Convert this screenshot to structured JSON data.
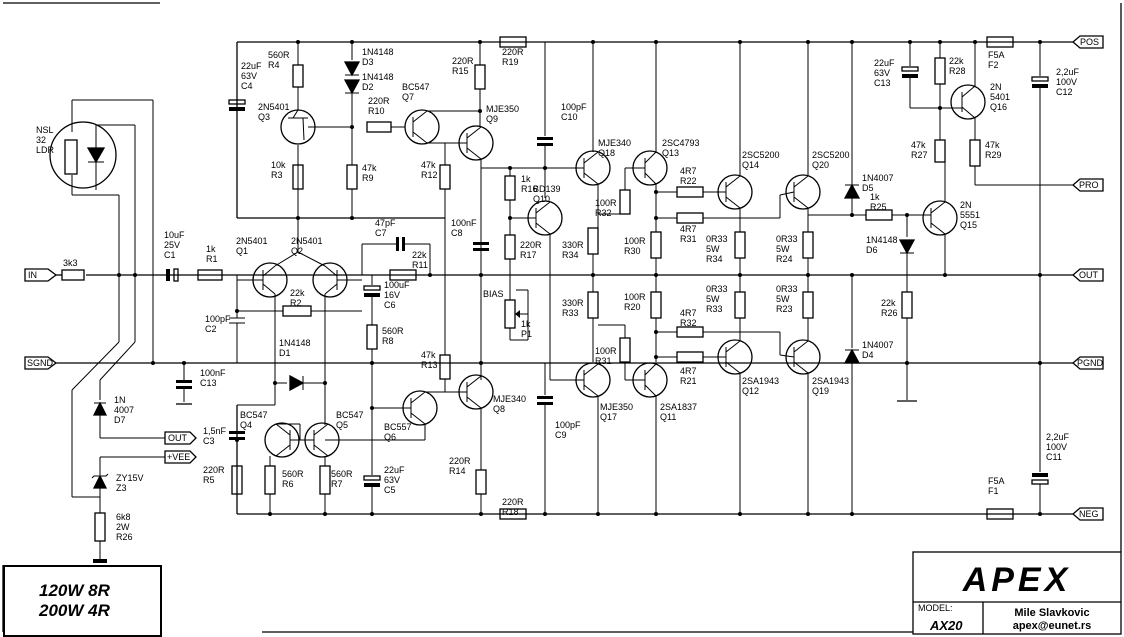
{
  "ports": {
    "pos": "POS",
    "pro": "PRO",
    "out": "OUT",
    "pgnd": "PGND",
    "neg": "NEG",
    "in": "IN",
    "sgnd": "SGND",
    "out_ldr": "OUT",
    "vee": "+VEE"
  },
  "components": {
    "ldr": [
      "NSL",
      "32",
      "LDR"
    ],
    "r3k3": [
      "3k3"
    ],
    "c1": [
      "10uF",
      "25V",
      "C1"
    ],
    "r1": [
      "1k",
      "R1"
    ],
    "c2": [
      "100pF",
      "C2"
    ],
    "q1": [
      "2N5401",
      "Q1"
    ],
    "q2": [
      "2N5401",
      "Q2"
    ],
    "r2": [
      "22k",
      "R2"
    ],
    "d1": [
      "1N4148",
      "D1"
    ],
    "c13a": [
      "100nF",
      "C13"
    ],
    "c4": [
      "22uF",
      "63V",
      "C4"
    ],
    "r4": [
      "560R",
      "R4"
    ],
    "q3": [
      "2N5401",
      "Q3"
    ],
    "r3": [
      "10k",
      "R3"
    ],
    "d3": [
      "1N4148",
      "D3"
    ],
    "d2": [
      "1N4148",
      "D2"
    ],
    "r10": [
      "220R",
      "R10"
    ],
    "r9": [
      "47k",
      "R9"
    ],
    "q7": [
      "BC547",
      "Q7"
    ],
    "r15": [
      "220R",
      "R15"
    ],
    "r19": [
      "220R",
      "R19"
    ],
    "q9": [
      "MJE350",
      "Q9"
    ],
    "r12": [
      "47k",
      "R12"
    ],
    "c7": [
      "47pF",
      "C7"
    ],
    "r11": [
      "22k",
      "R11"
    ],
    "c6": [
      "100uF",
      "16V",
      "C6"
    ],
    "r8": [
      "560R",
      "R8"
    ],
    "c8": [
      "100nF",
      "C8"
    ],
    "c10": [
      "100pF",
      "C10"
    ],
    "r16": [
      "1k",
      "R16"
    ],
    "q10": [
      "BD139",
      "Q10"
    ],
    "r17": [
      "220R",
      "R17"
    ],
    "bias": [
      "BIAS"
    ],
    "p1": [
      "1k",
      "P1"
    ],
    "r13": [
      "47k",
      "R13"
    ],
    "q8": [
      "MJE340",
      "Q8"
    ],
    "q6": [
      "BC557",
      "Q6"
    ],
    "c3": [
      "1,5nF",
      "C3"
    ],
    "q4": [
      "BC547",
      "Q4"
    ],
    "q5": [
      "BC547",
      "Q5"
    ],
    "r5": [
      "220R",
      "R5"
    ],
    "r6": [
      "560R",
      "R6"
    ],
    "r7": [
      "560R",
      "R7"
    ],
    "c5": [
      "22uF",
      "63V",
      "C5"
    ],
    "r14": [
      "220R",
      "R14"
    ],
    "r18": [
      "220R",
      "R18"
    ],
    "c9": [
      "100pF",
      "C9"
    ],
    "q18": [
      "MJE340",
      "Q18"
    ],
    "r32a": [
      "100R",
      "R32"
    ],
    "r34a": [
      "330R",
      "R34"
    ],
    "r33a": [
      "330R",
      "R33"
    ],
    "r31a": [
      "100R",
      "R31"
    ],
    "q17": [
      "MJE350",
      "Q17"
    ],
    "q13": [
      "2SC4793",
      "Q13"
    ],
    "r22": [
      "4R7",
      "R22"
    ],
    "r31b": [
      "4R7",
      "R31"
    ],
    "r30": [
      "100R",
      "R30"
    ],
    "r20": [
      "100R",
      "R20"
    ],
    "r32b": [
      "4R7",
      "R32"
    ],
    "r21": [
      "4R7",
      "R21"
    ],
    "q11": [
      "2SA1837",
      "Q11"
    ],
    "q14": [
      "2SC5200",
      "Q14"
    ],
    "r34b": [
      "0R33",
      "5W",
      "R34"
    ],
    "r33b": [
      "0R33",
      "5W",
      "R33"
    ],
    "q12": [
      "2SA1943",
      "Q12"
    ],
    "q20": [
      "2SC5200",
      "Q20"
    ],
    "r24": [
      "0R33",
      "5W",
      "R24"
    ],
    "r23": [
      "0R33",
      "5W",
      "R23"
    ],
    "q19": [
      "2SA1943",
      "Q19"
    ],
    "d5": [
      "1N4007",
      "D5"
    ],
    "r25": [
      "1k",
      "R25"
    ],
    "d6": [
      "1N4148",
      "D6"
    ],
    "d4": [
      "1N4007",
      "D4"
    ],
    "c13b": [
      "22uF",
      "63V",
      "C13"
    ],
    "r28": [
      "22k",
      "R28"
    ],
    "q16": [
      "2N",
      "5401",
      "Q16"
    ],
    "r27": [
      "47k",
      "R27"
    ],
    "r29": [
      "47k",
      "R29"
    ],
    "q15": [
      "2N",
      "5551",
      "Q15"
    ],
    "r26": [
      "22k",
      "R26"
    ],
    "f2": [
      "F5A",
      "F2"
    ],
    "c12": [
      "2,2uF",
      "100V",
      "C12"
    ],
    "f1": [
      "F5A",
      "F1"
    ],
    "c11": [
      "2,2uF",
      "100V",
      "C11"
    ],
    "d7": [
      "1N",
      "4007",
      "D7"
    ],
    "z3": [
      "ZY15V",
      "Z3"
    ],
    "r26b": [
      "6k8",
      "2W",
      "R26"
    ]
  },
  "title_block": {
    "model_label": "MODEL:",
    "model": "AX20",
    "author": "Mile Slavkovic",
    "email": "apex@eunet.rs",
    "logo_text": "APEX"
  },
  "power_box": {
    "line1": "120W 8R",
    "line2": "200W 4R"
  }
}
